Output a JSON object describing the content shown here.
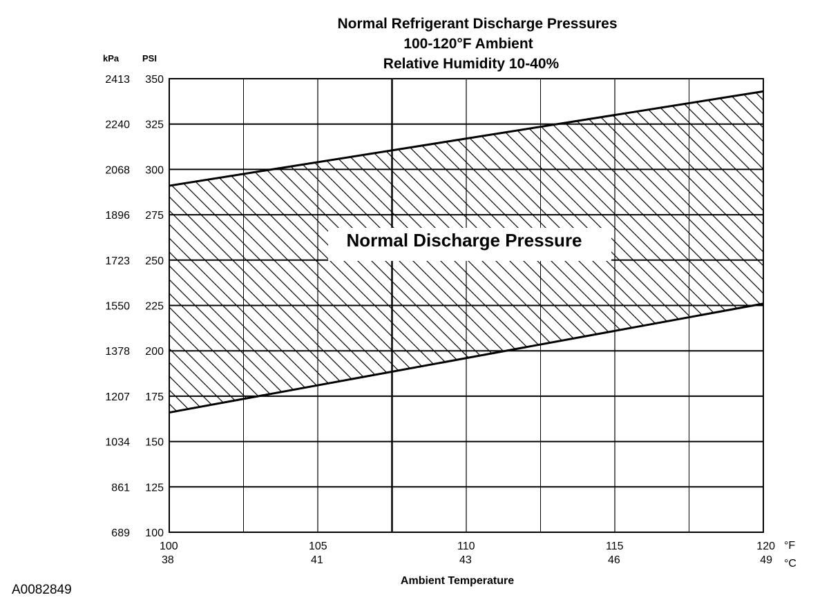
{
  "chart_data": {
    "type": "area",
    "title_lines": [
      "Normal  Refrigerant  Discharge  Pressures",
      "100-120°F Ambient",
      "Relative Humidity 10-40%"
    ],
    "xlabel": "Ambient Temperature",
    "x_unit_primary": "°F",
    "x_unit_secondary": "°C",
    "y_unit_left": "kPa",
    "y_unit_right": "PSI",
    "xlim": [
      100,
      120
    ],
    "ylim": [
      100,
      350
    ],
    "x_ticks_f": [
      100,
      105,
      110,
      115,
      120
    ],
    "x_ticks_c": [
      "38",
      "41",
      "43",
      "46",
      "49"
    ],
    "y_ticks_psi": [
      350,
      325,
      300,
      275,
      250,
      225,
      200,
      175,
      150,
      125,
      100
    ],
    "y_ticks_kpa": [
      "2413",
      "2240",
      "2068",
      "1896",
      "1723",
      "1550",
      "1378",
      "1207",
      "1034",
      "861",
      "689"
    ],
    "x_minor_gridlines": [
      102.5,
      107.5,
      112.5,
      117.5
    ],
    "band_label": "Normal Discharge Pressure",
    "series": [
      {
        "name": "upper",
        "x": [
          100,
          120
        ],
        "y": [
          291,
          343
        ]
      },
      {
        "name": "lower",
        "x": [
          100,
          120
        ],
        "y": [
          166,
          226
        ]
      }
    ],
    "colors": {
      "line": "#000000",
      "background": "#ffffff"
    }
  },
  "figure_id": "A0082849"
}
